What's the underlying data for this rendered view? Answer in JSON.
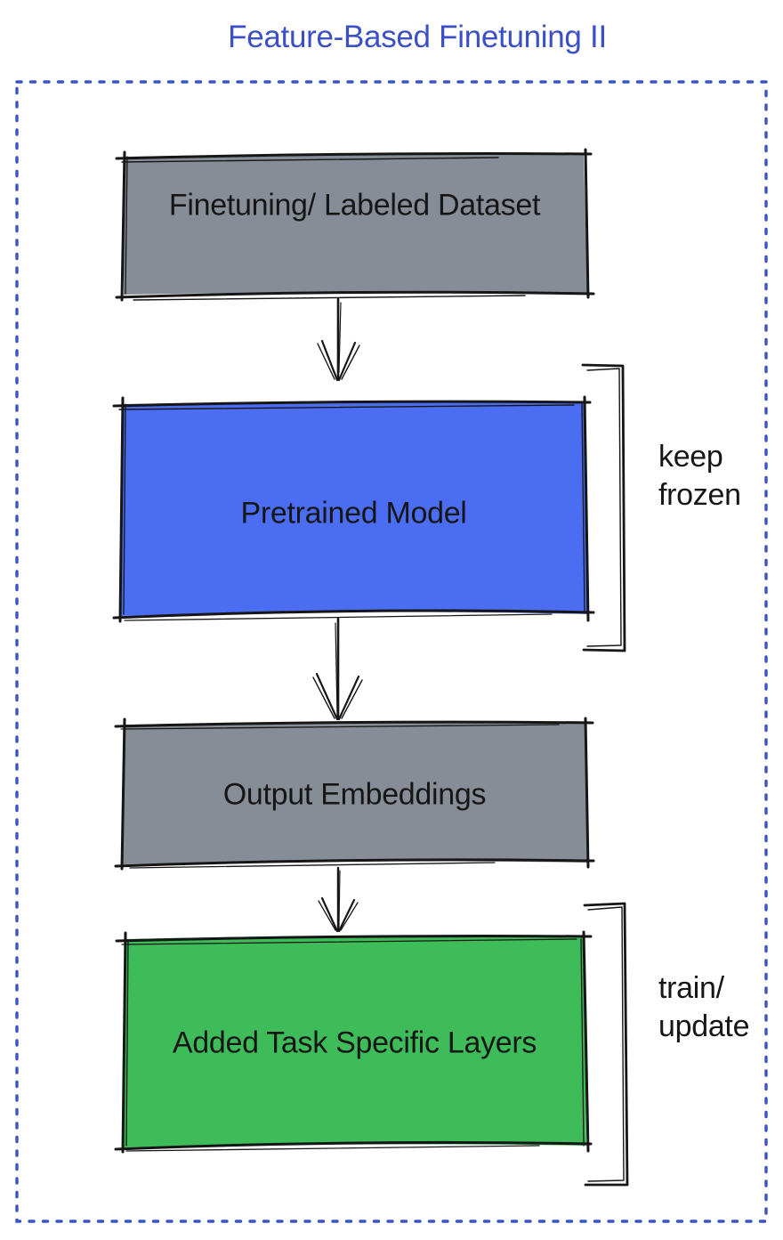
{
  "title": "Feature-Based Finetuning II",
  "colors": {
    "title_blue": "#3B50C6",
    "frame_dotted_blue": "#3A53C6",
    "node_gray": "#878D97",
    "node_blue": "#4B6DF1",
    "node_green": "#3EBC59",
    "ink": "#161616"
  },
  "diagram": {
    "nodes": [
      {
        "id": "dataset",
        "label": "Finetuning/ Labeled Dataset",
        "fill": "#878D97"
      },
      {
        "id": "pretrained-model",
        "label": "Pretrained Model",
        "fill": "#4B6DF1"
      },
      {
        "id": "output-embeddings",
        "label": "Output Embeddings",
        "fill": "#878D97"
      },
      {
        "id": "task-layers",
        "label": "Added Task Specific Layers",
        "fill": "#3EBC59"
      }
    ],
    "edges": [
      {
        "from": "dataset",
        "to": "pretrained-model"
      },
      {
        "from": "pretrained-model",
        "to": "output-embeddings"
      },
      {
        "from": "output-embeddings",
        "to": "task-layers"
      }
    ],
    "annotations": [
      {
        "id": "keep-frozen",
        "label": "keep\nfrozen",
        "target": "pretrained-model"
      },
      {
        "id": "train-update",
        "label": "train/\nupdate",
        "target": "task-layers"
      }
    ]
  }
}
